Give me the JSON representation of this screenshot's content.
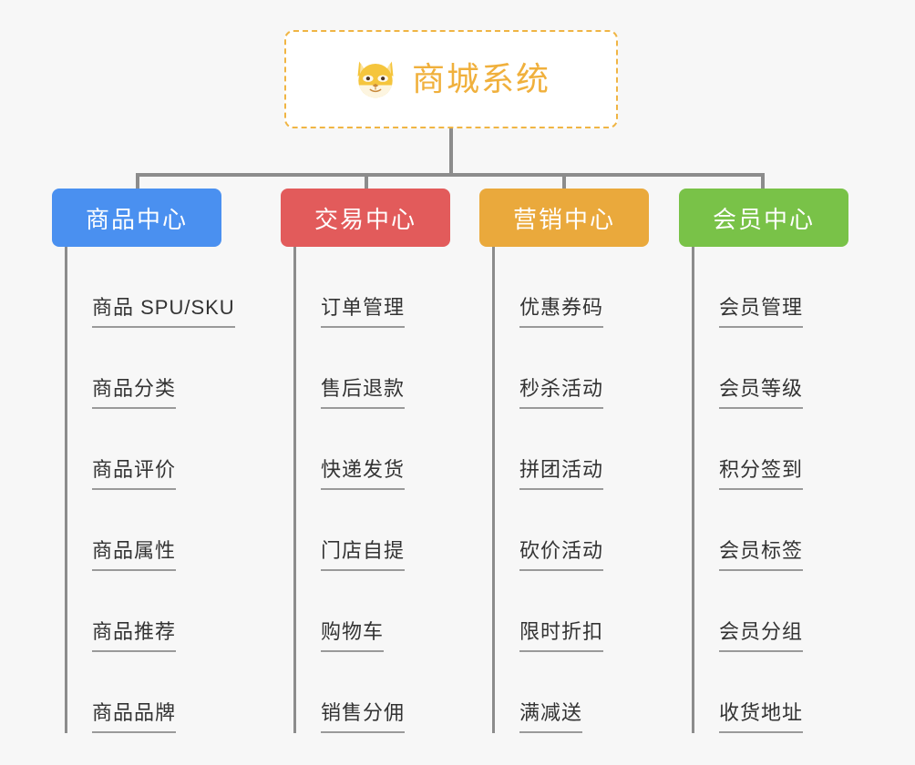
{
  "root": {
    "title": "商城系统",
    "icon": "shiba-dog-icon",
    "border_color": "#f0b544",
    "text_color": "#f0b03c",
    "background": "#ffffff"
  },
  "canvas": {
    "background": "#f7f7f7",
    "connector_color": "#8c8c8c"
  },
  "branches": [
    {
      "label": "商品中心",
      "color": "#4a90f0",
      "items": [
        "商品 SPU/SKU",
        "商品分类",
        "商品评价",
        "商品属性",
        "商品推荐",
        "商品品牌"
      ]
    },
    {
      "label": "交易中心",
      "color": "#e25b5b",
      "items": [
        "订单管理",
        "售后退款",
        "快递发货",
        "门店自提",
        "购物车",
        "销售分佣"
      ]
    },
    {
      "label": "营销中心",
      "color": "#eaa93c",
      "items": [
        "优惠券码",
        "秒杀活动",
        "拼团活动",
        "砍价活动",
        "限时折扣",
        "满减送"
      ]
    },
    {
      "label": "会员中心",
      "color": "#79c248",
      "items": [
        "会员管理",
        "会员等级",
        "积分签到",
        "会员标签",
        "会员分组",
        "收货地址"
      ]
    }
  ]
}
